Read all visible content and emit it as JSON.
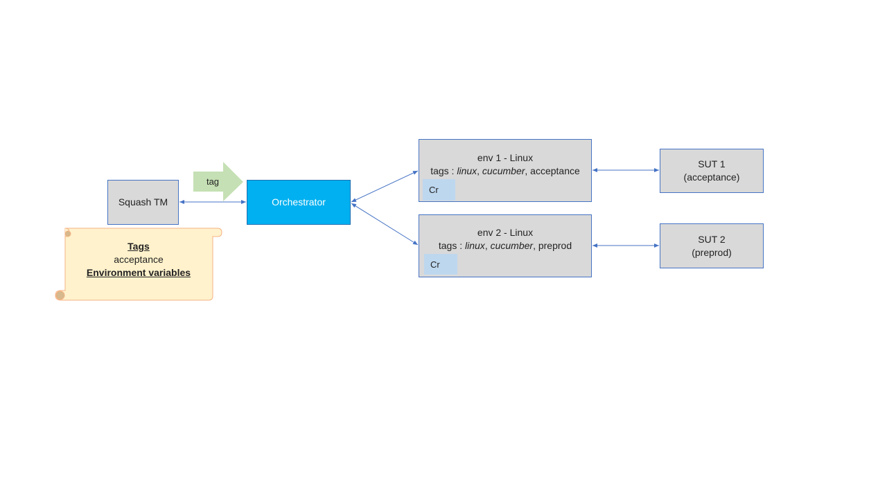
{
  "colors": {
    "box_fill": "#d9d9d9",
    "box_border": "#4472c4",
    "orchestrator_fill": "#00b0f0",
    "cr_fill": "#bdd7ee",
    "tag_arrow_fill": "#c5e0b4",
    "scroll_fill": "#fff2cc",
    "scroll_border": "#f4b183"
  },
  "nodes": {
    "squash_tm": "Squash TM",
    "orchestrator": "Orchestrator",
    "env1": {
      "title": "env 1 - Linux",
      "tags_prefix": "tags : ",
      "tag_linux": "linux",
      "sep1": ", ",
      "tag_cucumber": "cucumber",
      "sep2": ", ",
      "tag_extra": "acceptance",
      "cr": "Cr"
    },
    "env2": {
      "title": "env 2 - Linux",
      "tags_prefix": "tags : ",
      "tag_linux": "linux",
      "sep1": ", ",
      "tag_cucumber": "cucumber",
      "sep2": ", ",
      "tag_extra": "preprod",
      "cr": "Cr"
    },
    "sut1": {
      "line1": "SUT 1",
      "line2": "(acceptance)"
    },
    "sut2": {
      "line1": "SUT 2",
      "line2": "(preprod)"
    }
  },
  "tag_arrow_label": "tag",
  "scroll": {
    "heading1": "Tags",
    "value1": "acceptance",
    "heading2": "Environment variables"
  }
}
